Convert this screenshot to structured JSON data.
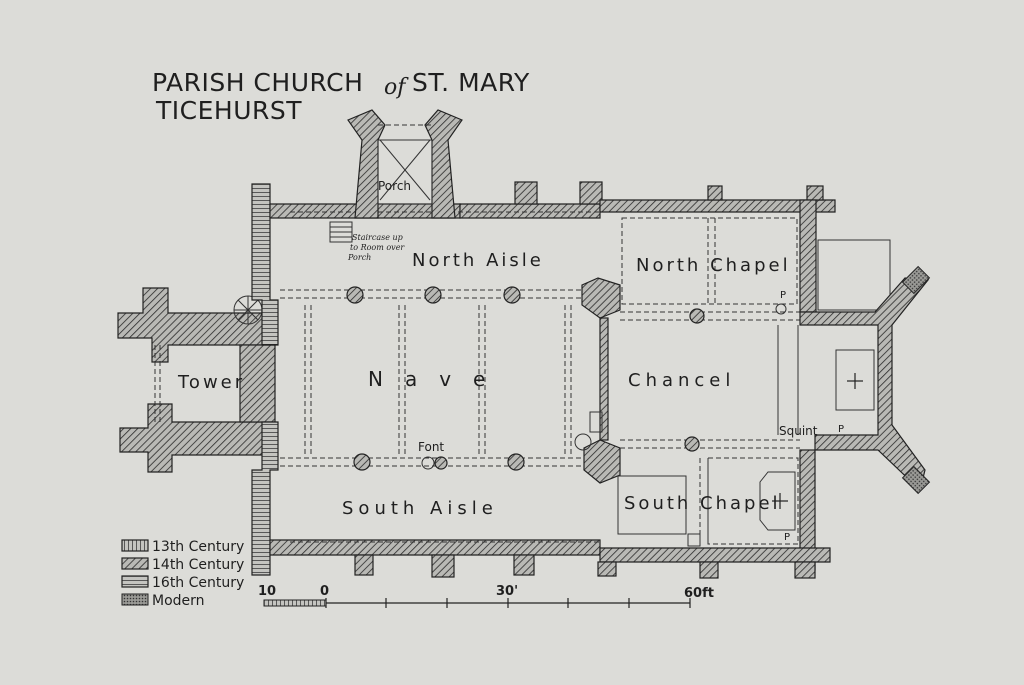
{
  "title": {
    "line1_a": "PARISH CHURCH",
    "line1_of": "of",
    "line1_b": "ST. MARY",
    "line2": "TICEHURST"
  },
  "rooms": {
    "porch": "Porch",
    "staircase_note_1": "Staircase up",
    "staircase_note_2": "to Room over",
    "staircase_note_3": "Porch",
    "north_aisle": "North Aisle",
    "north_chapel": "North Chapel",
    "tower": "Tower",
    "nave": "Nave",
    "chancel": "Chancel",
    "font": "Font",
    "south_aisle": "South Aisle",
    "south_chapel": "South Chapel",
    "squint": "Squint",
    "p_north": "P",
    "p_altar": "P",
    "p_south": "P"
  },
  "legend": {
    "items": [
      {
        "label": "13th Century"
      },
      {
        "label": "14th Century"
      },
      {
        "label": "16th Century"
      },
      {
        "label": "Modern"
      }
    ]
  },
  "scale": {
    "label_10": "10",
    "label_0": "0",
    "label_30": "30'",
    "label_60": "60ft"
  }
}
